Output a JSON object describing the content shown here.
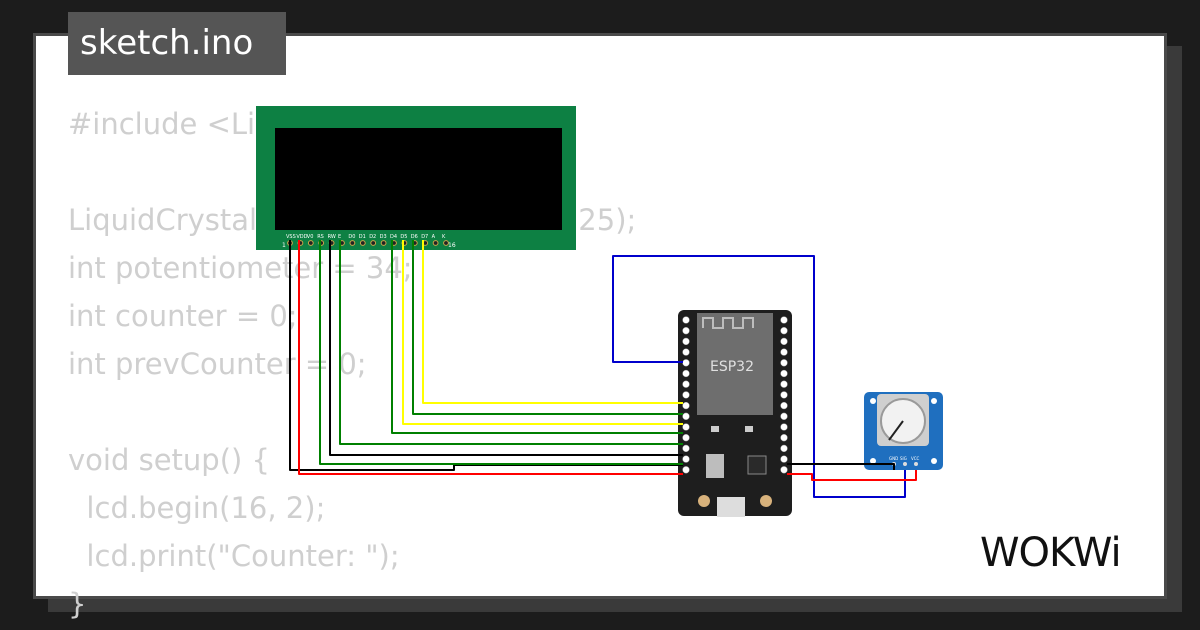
{
  "window": {
    "filename": "sketch.ino"
  },
  "code_lines": [
    "#include <LiquidCrystal.h>",
    "",
    "LiquidCrystal lcd(22, 23, 5, 18, 19, 25);",
    "int potentiometer = 34;",
    "int counter = 0;",
    "int prevCounter = 0;",
    "",
    "void setup() {",
    "  lcd.begin(16, 2);",
    "  lcd.print(\"Counter: \");",
    "}"
  ],
  "lcd": {
    "pin_labels": [
      "VSS",
      "VDD",
      "V0",
      "RS",
      "RW",
      "E",
      "D0",
      "D1",
      "D2",
      "D3",
      "D4",
      "D5",
      "D6",
      "D7",
      "A",
      "K"
    ],
    "pin_first": "1",
    "pin_last": "16",
    "colors": {
      "board": "#0d8043",
      "screen": "#000000"
    }
  },
  "esp32": {
    "label": "ESP32",
    "colors": {
      "board": "#1e1e1e",
      "module": "#6e6e6e"
    }
  },
  "potentiometer": {
    "pin_labels": [
      "GND",
      "SIG",
      "VCC"
    ],
    "colors": {
      "board": "#1f6fbf"
    }
  },
  "wire_colors": {
    "ground": "#000000",
    "power": "#ff0000",
    "data": "#ffff00",
    "control": "#008000",
    "signal": "#0000cc"
  },
  "brand": {
    "logo_text": "WOKWi"
  }
}
